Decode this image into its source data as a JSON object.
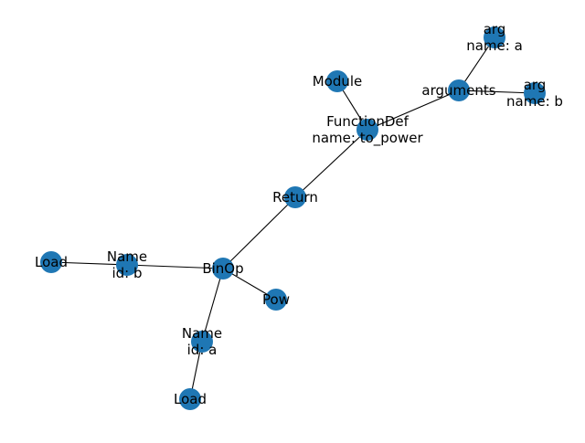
{
  "graph": {
    "node_color": "#1f77b4",
    "edge_color": "#000000",
    "nodes": [
      {
        "id": "module",
        "lines": [
          "Module"
        ]
      },
      {
        "id": "functiondef",
        "lines": [
          "FunctionDef",
          "name: to_power"
        ]
      },
      {
        "id": "arguments",
        "lines": [
          "arguments"
        ]
      },
      {
        "id": "arg-a",
        "lines": [
          "arg",
          "name: a"
        ]
      },
      {
        "id": "arg-b",
        "lines": [
          "arg",
          "name: b"
        ]
      },
      {
        "id": "return",
        "lines": [
          "Return"
        ]
      },
      {
        "id": "binop",
        "lines": [
          "BinOp"
        ]
      },
      {
        "id": "name-b",
        "lines": [
          "Name",
          "id: b"
        ]
      },
      {
        "id": "load-b",
        "lines": [
          "Load"
        ]
      },
      {
        "id": "pow",
        "lines": [
          "Pow"
        ]
      },
      {
        "id": "name-a",
        "lines": [
          "Name",
          "id: a"
        ]
      },
      {
        "id": "load-a",
        "lines": [
          "Load"
        ]
      }
    ],
    "edges": [
      [
        "module",
        "functiondef"
      ],
      [
        "functiondef",
        "arguments"
      ],
      [
        "arguments",
        "arg-a"
      ],
      [
        "arguments",
        "arg-b"
      ],
      [
        "functiondef",
        "return"
      ],
      [
        "return",
        "binop"
      ],
      [
        "binop",
        "name-b"
      ],
      [
        "name-b",
        "load-b"
      ],
      [
        "binop",
        "pow"
      ],
      [
        "binop",
        "name-a"
      ],
      [
        "name-a",
        "load-a"
      ]
    ]
  }
}
